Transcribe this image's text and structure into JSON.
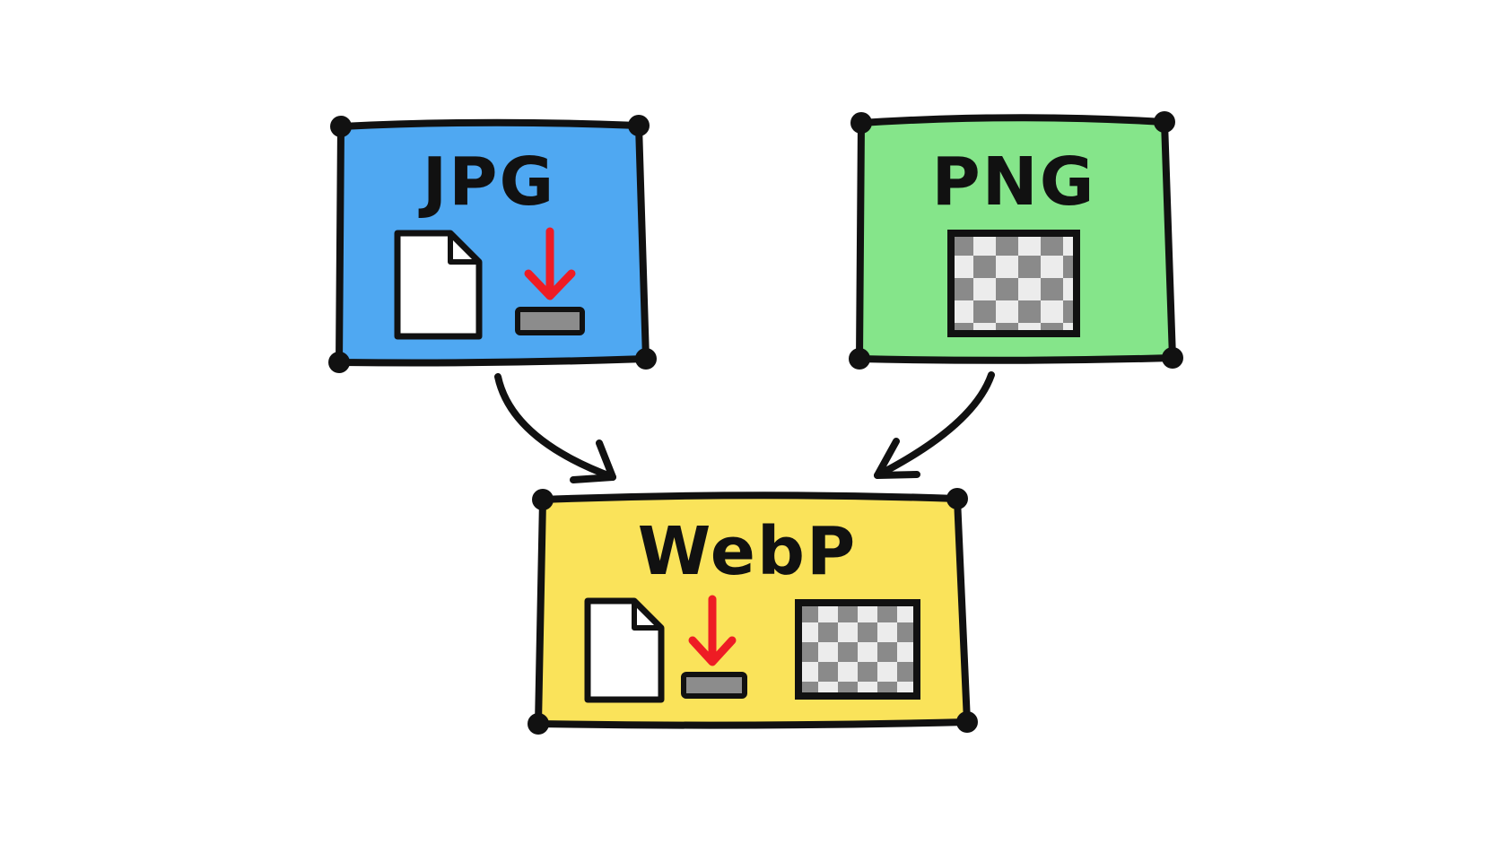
{
  "diagram": {
    "nodes": [
      {
        "id": "jpg",
        "label": "JPG",
        "color": "#4FA8F2",
        "icons": [
          "document-icon",
          "download-icon"
        ]
      },
      {
        "id": "png",
        "label": "PNG",
        "color": "#85E58A",
        "icons": [
          "transparency-checkerboard-icon"
        ]
      },
      {
        "id": "webp",
        "label": "WebP",
        "color": "#FAE35A",
        "icons": [
          "document-icon",
          "download-icon",
          "transparency-checkerboard-icon"
        ]
      }
    ],
    "edges": [
      {
        "from": "jpg",
        "to": "webp"
      },
      {
        "from": "png",
        "to": "webp"
      }
    ],
    "colors": {
      "outline": "#111111",
      "arrow_accent": "#EE1C24",
      "bar_gray": "#8C8C8C",
      "checker_dark": "#8A8A8A",
      "checker_light": "#ECECEC",
      "background": "#FFFFFF"
    }
  }
}
